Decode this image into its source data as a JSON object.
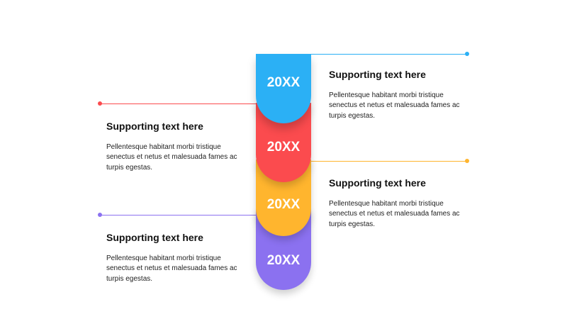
{
  "colors": {
    "blue": "#2bb0f5",
    "red": "#fb4b4e",
    "yellow": "#ffb52e",
    "purple": "#8b71f0"
  },
  "segments": [
    {
      "label": "20XX",
      "color": "#2bb0f5"
    },
    {
      "label": "20XX",
      "color": "#fb4b4e"
    },
    {
      "label": "20XX",
      "color": "#ffb52e"
    },
    {
      "label": "20XX",
      "color": "#8b71f0"
    }
  ],
  "blocks": [
    {
      "title": "Supporting text here",
      "body": "Pellentesque habitant morbi tristique senectus et netus et malesuada fames ac turpis egestas."
    },
    {
      "title": "Supporting text here",
      "body": "Pellentesque habitant morbi tristique senectus et netus et malesuada fames ac turpis egestas."
    },
    {
      "title": "Supporting text here",
      "body": "Pellentesque habitant morbi tristique senectus et netus et malesuada fames ac turpis egestas."
    },
    {
      "title": "Supporting text here",
      "body": "Pellentesque habitant morbi tristique senectus et netus et malesuada fames ac turpis egestas."
    }
  ]
}
